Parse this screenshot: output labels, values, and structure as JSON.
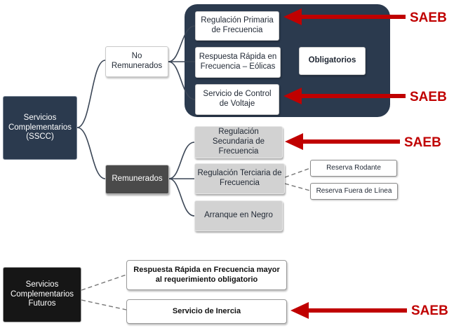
{
  "root": {
    "label": "Servicios Complementarios (SSCC)"
  },
  "no_remunerados": {
    "label": "No Remunerados",
    "group_label": "Obligatorios",
    "items": [
      "Regulación Primaria de Frecuencia",
      "Respuesta Rápida en Frecuencia – Eólicas",
      "Servicio de Control de Voltaje"
    ]
  },
  "remunerados": {
    "label": "Remunerados",
    "items": [
      "Regulación Secundaria de Frecuencia",
      "Regulación Terciaria de Frecuencia",
      "Arranque en Negro"
    ],
    "terciaria_subitems": [
      "Reserva Rodante",
      "Reserva Fuera de Línea"
    ]
  },
  "futuros": {
    "label": "Servicios Complementarios Futuros",
    "items": [
      "Respuesta Rápida en Frecuencia mayor al requerimiento obligatorio",
      "Servicio de Inercia"
    ]
  },
  "tag": "SAEB",
  "colors": {
    "dark_navy": "#2b3a4e",
    "remunerados_grey": "#4a4a4a",
    "futuros_black": "#161616",
    "arrow_red": "#c00000"
  }
}
